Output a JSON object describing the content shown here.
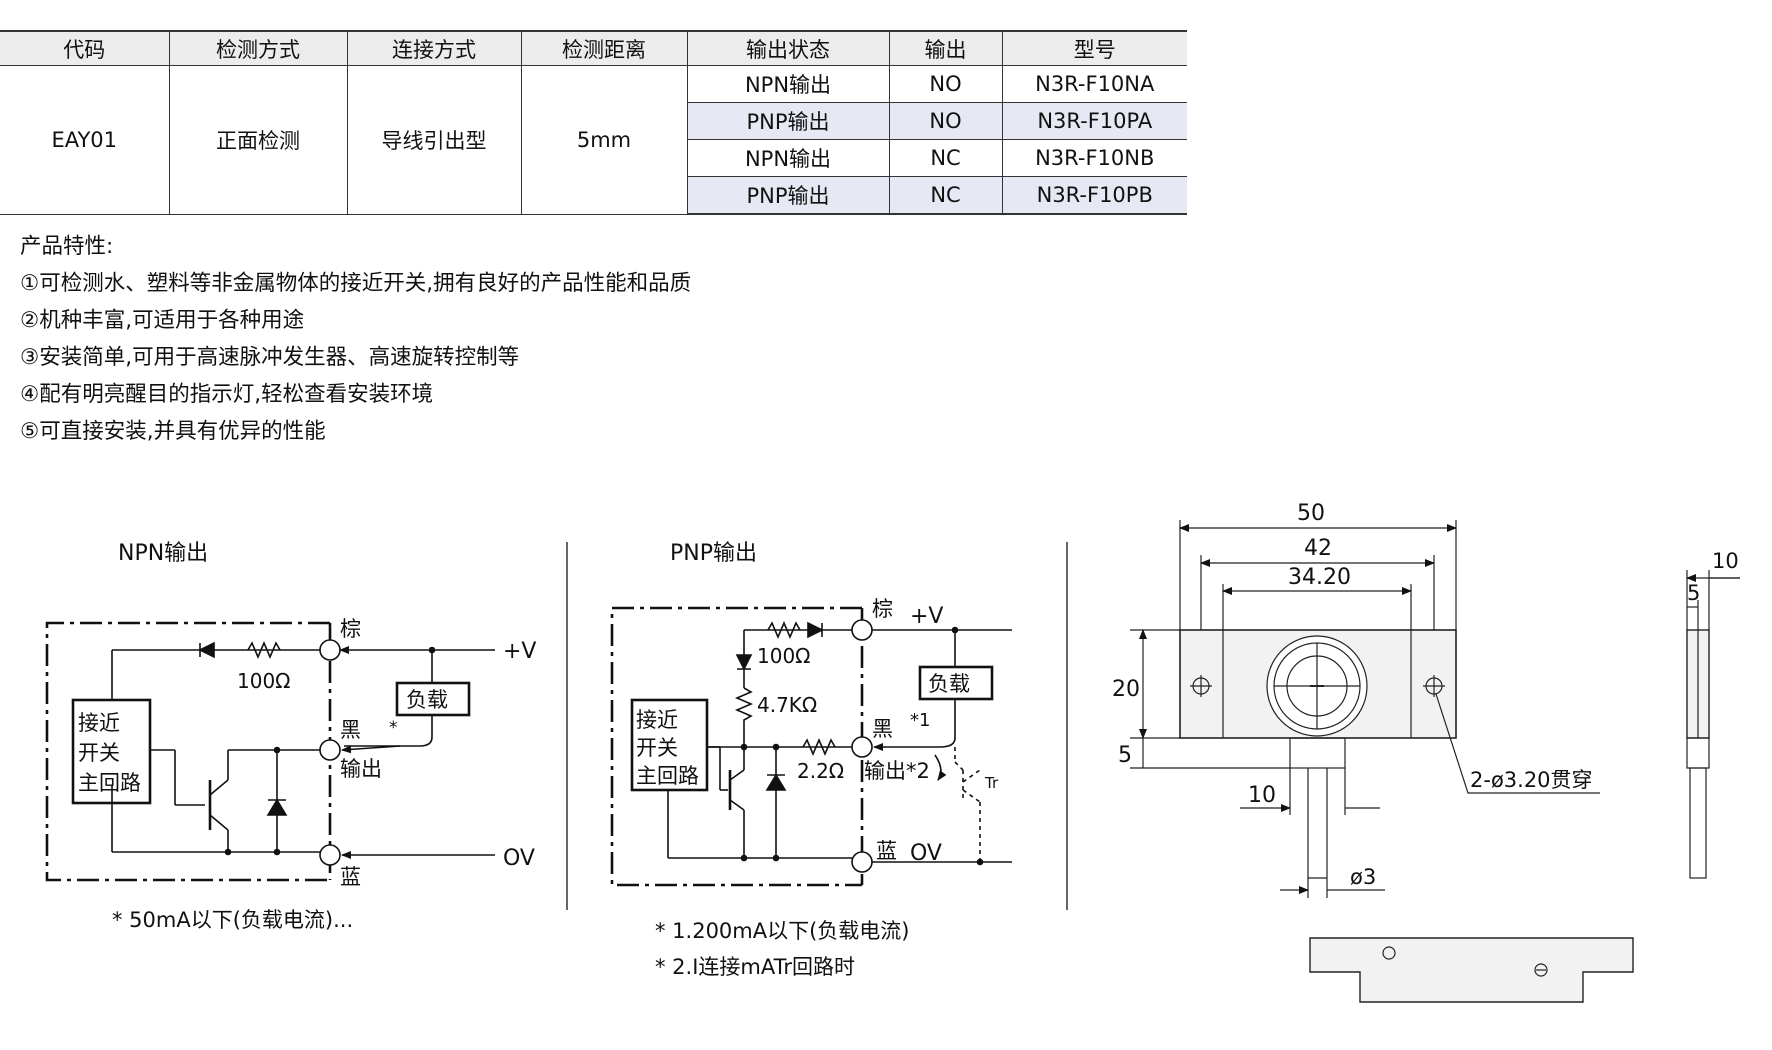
{
  "table": {
    "headers": [
      "代码",
      "检测方式",
      "连接方式",
      "检测距离",
      "输出状态",
      "输出",
      "型号"
    ],
    "code": "EAY01",
    "method": "正面检测",
    "connection": "导线引出型",
    "distance": "5mm",
    "rows": [
      {
        "state": "NPN输出",
        "output": "NO",
        "model": "N3R-F10NA"
      },
      {
        "state": "PNP输出",
        "output": "NO",
        "model": "N3R-F10PA"
      },
      {
        "state": "NPN输出",
        "output": "NC",
        "model": "N3R-F10NB"
      },
      {
        "state": "PNP输出",
        "output": "NC",
        "model": "N3R-F10PB"
      }
    ]
  },
  "features": {
    "title": "产品特性:",
    "items": [
      "①可检测水、塑料等非金属物体的接近开关,拥有良好的产品性能和品质",
      "②机种丰富,可适用于各种用途",
      "③安装简单,可用于高速脉冲发生器、高速旋转控制等",
      "④配有明亮醒目的指示灯,轻松查看安装环境",
      "⑤可直接安装,并具有优异的性能"
    ]
  },
  "npn": {
    "title": "NPN输出",
    "brown": "棕",
    "black": "黑",
    "blue": "蓝",
    "vplus": "+V",
    "out": "输出",
    "ov": "OV",
    "res": "100Ω",
    "load": "负载",
    "star": "*",
    "circuit": [
      "接近",
      "开关",
      "主回路"
    ],
    "note": "* 50mA以下(负载电流)..."
  },
  "pnp": {
    "title": "PNP输出",
    "brown": "棕",
    "black": "黑",
    "blue": "蓝",
    "vplus": "+V",
    "out": "输出*2",
    "ov": "OV",
    "res1": "100Ω",
    "res2": "4.7KΩ",
    "res3": "2.2Ω",
    "load": "负载",
    "star1": "*1",
    "tr": "Tr",
    "circuit": [
      "接近",
      "开关",
      "主回路"
    ],
    "note1": "* 1.200mA以下(负载电流)",
    "note2": "* 2.I连接mATr回路时"
  },
  "dims": {
    "d50": "50",
    "d42": "42",
    "d3420": "34.20",
    "d20": "20",
    "d5": "5",
    "d10": "10",
    "dia3": "ø3",
    "holes": "2-ø3.20贯穿",
    "side10": "10",
    "side5": "5"
  }
}
